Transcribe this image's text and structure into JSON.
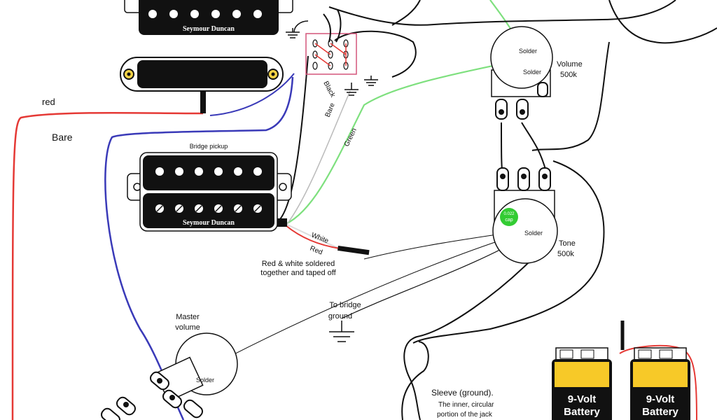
{
  "pickups": {
    "neck_brand": "Seymour Duncan",
    "bridge_label": "Bridge pickup",
    "bridge_brand": "Seymour Duncan"
  },
  "wire_labels": {
    "red": "red",
    "bare": "Bare",
    "black": "Black",
    "bare_switch": "Bare",
    "green": "Green",
    "white": "White",
    "red_short": "Red"
  },
  "notes": {
    "red_white_line1": "Red & white soldered",
    "red_white_line2": "together and taped off"
  },
  "pots": {
    "volume_solder_top": "Solder",
    "volume_solder_inner": "Solder",
    "volume_name": "Volume",
    "volume_value": "500k",
    "tone_solder": "Solder",
    "tone_name": "Tone",
    "tone_value": "500k",
    "cap_line1": "0.022",
    "cap_line2": "cap",
    "master_line1": "Master",
    "master_line2": "volume",
    "master_solder": "Solder"
  },
  "ground": {
    "bridge_line1": "To bridge",
    "bridge_line2": "ground"
  },
  "jack": {
    "sleeve_title": "Sleeve (ground).",
    "sleeve_line1": "The inner, circular",
    "sleeve_line2": "portion of the jack"
  },
  "batteries": [
    {
      "line1": "9-Volt",
      "line2": "Battery"
    },
    {
      "line1": "9-Volt",
      "line2": "Battery"
    }
  ],
  "colors": {
    "red_wire": "#e53935",
    "blue_wire": "#3a3ab8",
    "green_wire": "#7ee07e",
    "black_wire": "#111111",
    "battery_yellow": "#f7c928",
    "cap_green": "#33cc33"
  }
}
